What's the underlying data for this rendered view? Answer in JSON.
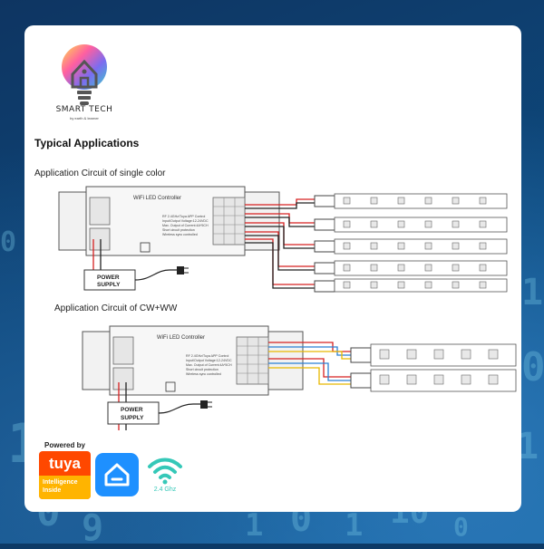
{
  "brand": {
    "name": "SMART TECH",
    "tagline": "by earth & learner"
  },
  "section_title": "Typical Applications",
  "circuit_single": {
    "caption": "Application Circuit of single color",
    "controller_title": "WiFi LED Controller",
    "spec_lines": [
      "RF 2.4GHz/Tuya APP Control",
      "Input/Output Voltage:12-24VDC",
      "Max. Output of Current:4A*5CH",
      "Short circuit protection",
      "Wireless sync controlled"
    ],
    "power_supply": [
      "POWER",
      "SUPPLY"
    ]
  },
  "circuit_cw": {
    "caption": "Application  Circuit  of CW+WW",
    "controller_title": "WiFi LED Controller",
    "spec_lines": [
      "RF 2.4GHz/Tuya APP Control",
      "Input/Output Voltage:12-24VDC",
      "Max. Output of Current:4A*5CH",
      "Short circuit protection",
      "Wireless sync controlled"
    ],
    "power_supply": [
      "POWER",
      "SUPPLY"
    ]
  },
  "badges": {
    "powered_by": "Powered by",
    "tuya": "tuya",
    "tuya_line1": "Intelligence",
    "tuya_line2": "Inside",
    "wifi_freq": "2.4 Ghz"
  },
  "colors": {
    "tuya_orange": "#ff4800",
    "tuya_yellow": "#ffb400",
    "home_blue": "#1e90ff",
    "wifi_teal": "#35c8b8",
    "wire_red": "#d62020",
    "wire_black": "#222222",
    "wire_blue": "#2a7fd4",
    "wire_yellow": "#e8b800"
  },
  "icons": [
    "smart-home-bulb-logo",
    "tuya-logo",
    "smart-home-app-icon",
    "wifi-icon"
  ]
}
